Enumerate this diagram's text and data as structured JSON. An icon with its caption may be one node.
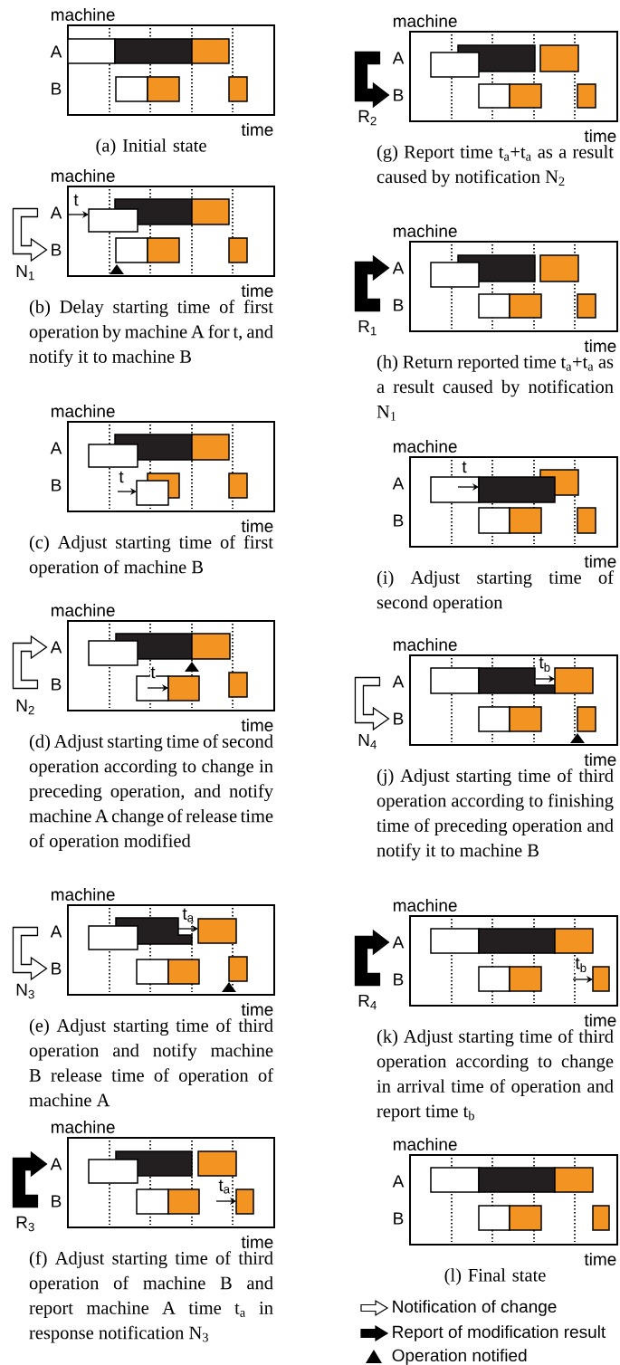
{
  "diagram": {
    "nodes": [
      {
        "text": [
          "A"
        ]
      },
      {
        "text": [
          "B"
        ]
      },
      {
        "text": [
          "A"
        ]
      },
      {
        "text": [
          "B"
        ]
      },
      {
        "text": [
          "A"
        ]
      },
      {
        "text": [
          "B"
        ]
      },
      {
        "text": [
          "A"
        ]
      },
      {
        "text": [
          "B"
        ]
      },
      {
        "text": [
          "A"
        ]
      },
      {
        "text": [
          "B"
        ]
      },
      {
        "text": [
          "A"
        ]
      },
      {
        "text": [
          "B"
        ]
      },
      {
        "text": [
          "A"
        ]
      },
      {
        "text": [
          "B"
        ]
      },
      {
        "text": [
          "A"
        ]
      },
      {
        "text": [
          "B"
        ]
      }
    ],
    "edges": [
      {
        "from": 0,
        "to": 1,
        "arrow": "to",
        "label": "N$_{1}$"
      },
      {
        "from": 3,
        "to": 2,
        "arrow": "to",
        "label": "N$_{2}$"
      },
      {
        "from": 4,
        "to": 5,
        "arrow": "to",
        "label": "N$_{3}$"
      },
      {
        "from": 7,
        "to": 6,
        "arrow": "to",
        "label": "R$_{3}$",
        "style": "thick"
      },
      {
        "from": 8,
        "to": 9,
        "arrow": "to",
        "label": "R$_{2}$",
        "style": "thick"
      },
      {
        "from": 11,
        "to": 10,
        "arrow": "to",
        "label": "R$_{1}$",
        "style": "thick"
      },
      {
        "from": 12,
        "to": 13,
        "arrow": "to",
        "label": "N$_{4}$"
      },
      {
        "from": 15,
        "to": 14,
        "arrow": "to",
        "label": "R$_{4}$",
        "style": "thick"
      }
    ],
    "labels": [
      "machine",
      "A",
      "B",
      "time",
      "(a) Initial state",
      "machine",
      "t",
      "time",
      "(b) Delay starting time of first operation by machine A for t, and notify it to machine B",
      "machine",
      "A",
      "B",
      "t",
      "time",
      "(c) Adjust starting time of first operation of machine B",
      "machine",
      "t",
      "time",
      "(d) Adjust starting time of second operation according to change in preceding operation, and notify machine A change of release time of operation modified",
      "machine",
      "t$_{a}$",
      "time",
      "(e) Adjust starting time of third operation and notify machine B release time of operation of machine A",
      "machine",
      "t$_{a}$",
      "time",
      "(f) Adjust starting time of third operation of machine B and report machine A time t$_{a}$ in response notification N$_{3}$",
      "machine",
      "time",
      "(g) Report time t$_{a}$+t$_{a}$ as a result caused by notification N$_{2}$",
      "machine",
      "time",
      "(h) Return reported time t$_{a}$+t$_{a}$ as a result caused by notification N$_{1}$",
      "machine",
      "A",
      "B",
      "t",
      "time",
      "(i) Adjust starting time of second operation",
      "machine",
      "t$_{b}$",
      "time",
      "(j) Adjust starting time of third operation according to finishing time of preceding operation and notify it to machine B",
      "machine",
      "t$_{b}$",
      "time",
      "(k) Adjust starting time of third operation according to change in arrival time of operation and report time t$_{b}$",
      "machine",
      "A",
      "B",
      "time",
      "(l) Final state"
    ],
    "legend": [
      {
        "text": "Notification of change"
      },
      {
        "text": "Report of modification result"
      },
      {
        "text": "Operation notified"
      }
    ]
  }
}
